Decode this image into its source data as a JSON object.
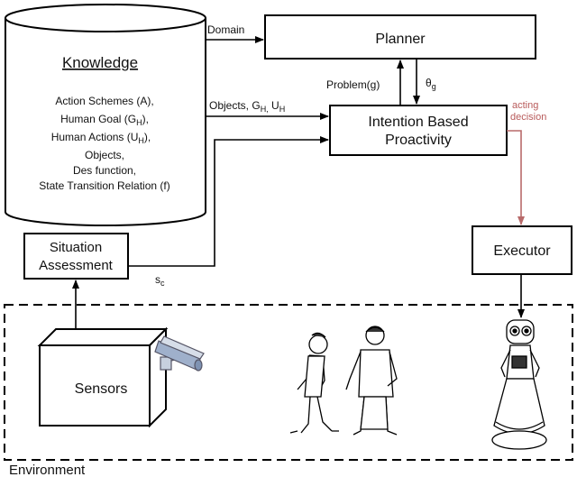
{
  "knowledge": {
    "title": "Knowledge",
    "items": [
      {
        "text": "Action Schemes (A),",
        "sub": ""
      },
      {
        "text": "Human Goal (G",
        "sub": "H",
        "after": "),"
      },
      {
        "text": "Human Actions (U",
        "sub": "H",
        "after": "),"
      },
      {
        "text": "Objects,",
        "sub": ""
      },
      {
        "text": "Des function,",
        "sub": ""
      },
      {
        "text": "State Transition Relation (f)",
        "sub": ""
      }
    ]
  },
  "planner": {
    "label": "Planner"
  },
  "intention": {
    "line1": "Intention Based",
    "line2": "Proactivity"
  },
  "situation": {
    "line1": "Situation",
    "line2": "Assessment"
  },
  "executor": {
    "label": "Executor"
  },
  "sensors": {
    "label": "Sensors"
  },
  "environment": {
    "label": "Environment"
  },
  "edges": {
    "domain": "Domain",
    "objects_prefix": "Objects, G",
    "objects_sub1": "H,",
    "objects_mid": " U",
    "objects_sub2": "H",
    "problem": "Problem(g)",
    "theta": "θ",
    "theta_sub": "g",
    "acting_line1": "acting",
    "acting_line2": "decision",
    "sc": "s",
    "sc_sub": "c"
  },
  "colors": {
    "stroke": "#000000",
    "acting_arrow": "#b86a6a",
    "acting_text": "#b85a5a",
    "camera": "#7f93b3"
  },
  "icons": [
    "knowledge-database-icon",
    "camera-icon",
    "humans-illustration",
    "robot-illustration"
  ]
}
